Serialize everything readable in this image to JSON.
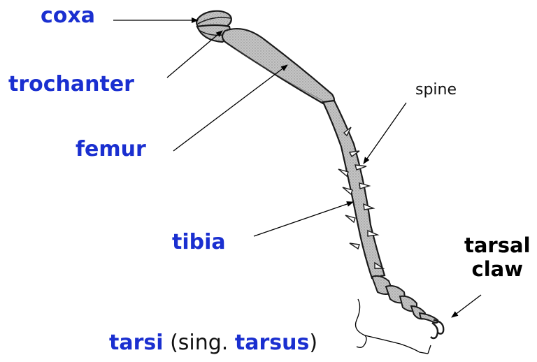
{
  "labels": {
    "coxa": "coxa",
    "trochanter": "trochanter",
    "femur": "femur",
    "tibia": "tibia",
    "spine": "spine",
    "tarsal_claw_line1": "tarsal",
    "tarsal_claw_line2": "claw",
    "tarsi": "tarsi",
    "sing_open": " (sing. ",
    "tarsus": "tarsus",
    "sing_close": ")"
  },
  "colors": {
    "label_blue": "#1a2fd0",
    "label_black": "#000000",
    "leg_fill": "#bdbdbd",
    "leg_outline": "#1a1a1a",
    "background": "#ffffff"
  },
  "icons": {
    "arrow": "arrowhead"
  }
}
